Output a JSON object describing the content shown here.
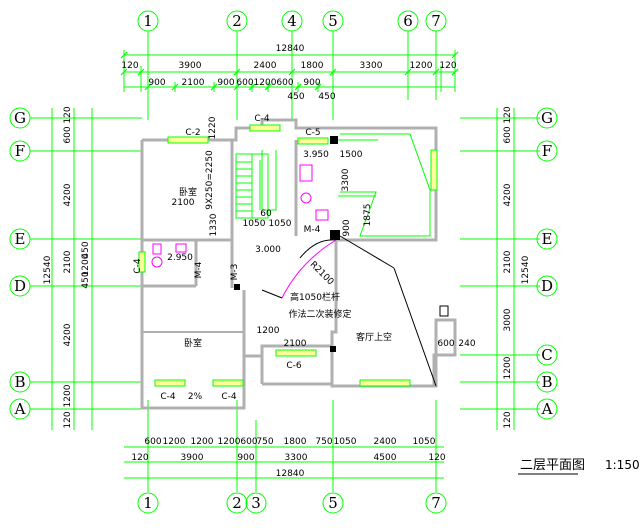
{
  "drawing": {
    "title": "二层平面图",
    "scale": "1:150",
    "line_color": "#00ff00",
    "wall_color": "#000000",
    "window_color": "#ffff99",
    "fixture_color": "#ff00ff",
    "label_color": "#000000"
  },
  "axes": {
    "top_numbers": [
      "1",
      "2",
      "4",
      "5",
      "6",
      "7"
    ],
    "bottom_numbers": [
      "1",
      "2",
      "3",
      "5",
      "7"
    ],
    "left_letters": [
      "G",
      "F",
      "E",
      "D",
      "B",
      "A"
    ],
    "right_letters": [
      "G",
      "F",
      "E",
      "D",
      "C",
      "B",
      "A"
    ]
  },
  "dims": {
    "top_total": "12840",
    "top_row1": [
      "120",
      "3900",
      "2400",
      "1800",
      "3300",
      "1200",
      "120"
    ],
    "top_row2": [
      "900",
      "2100",
      "900",
      "600",
      "1200",
      "600",
      "900"
    ],
    "top_row2b": [
      "450",
      "450"
    ],
    "bottom_row1": [
      "600",
      "1200",
      "1200",
      "1200",
      "600",
      "750",
      "1800",
      "750",
      "1050",
      "2400",
      "1050"
    ],
    "bottom_row2": [
      "120",
      "3900",
      "900",
      "3300",
      "4500",
      "120"
    ],
    "bottom_total": "12840",
    "left_outer": [
      "120",
      "600",
      "4200",
      "2100",
      "4200",
      "1200",
      "120"
    ],
    "left_inner_small": [
      "450",
      "1200",
      "450"
    ],
    "left_total": "12540",
    "right_outer": [
      "120",
      "600",
      "4200",
      "2100",
      "3000",
      "1200",
      "120"
    ],
    "right_total": "12540"
  },
  "rooms": {
    "bedroom_upper": "卧室",
    "bedroom_lower": "卧室",
    "living_void": "客厅上空"
  },
  "windows": [
    "C-2",
    "C-4",
    "C-5",
    "C-4",
    "C-6",
    "C-4",
    "C-4"
  ],
  "doors": [
    "M-3",
    "M-4",
    "M-4"
  ],
  "inner_dims": [
    "2100",
    "1330",
    "9X250=2250",
    "1220",
    "60",
    "1050",
    "1050",
    "1500",
    "3300",
    "1875",
    "900",
    "3.950",
    "2.950",
    "3.000",
    "1200",
    "2100",
    "600",
    "240",
    "R2100",
    "2%"
  ],
  "notes": {
    "railing": "高1050栏杆",
    "stair_note": "作法二次装修定"
  }
}
